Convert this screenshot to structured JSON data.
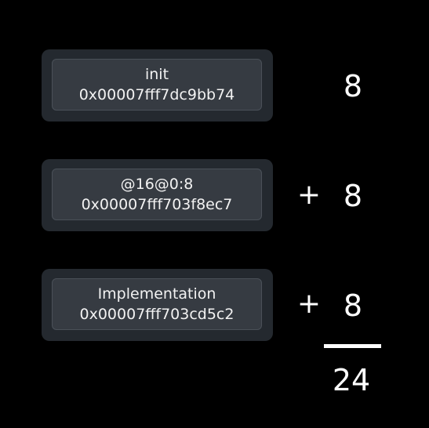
{
  "cards": [
    {
      "title": "init",
      "address": "0x00007fff7dc9bb74",
      "value": "8",
      "operator": ""
    },
    {
      "title": "@16@0:8",
      "address": "0x00007fff703f8ec7",
      "value": "8",
      "operator": "+"
    },
    {
      "title": "Implementation",
      "address": "0x00007fff703cd5c2",
      "value": "8",
      "operator": "+"
    }
  ],
  "total": "24",
  "colors": {
    "background": "#000000",
    "card_outer": "#24292f",
    "card_inner": "#363b42",
    "text": "#ffffff"
  }
}
